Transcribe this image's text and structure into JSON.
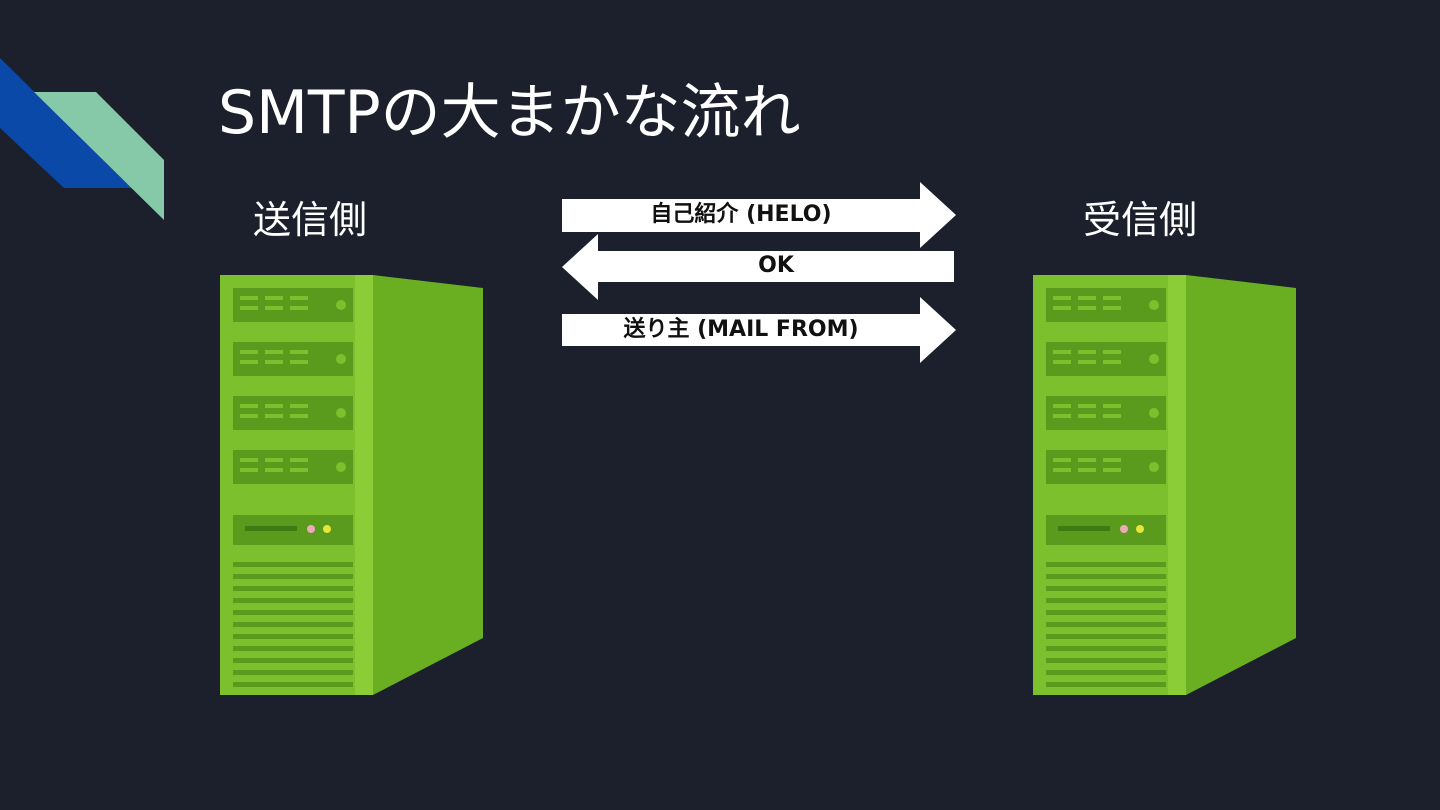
{
  "slide": {
    "title": "SMTPの大まかな流れ",
    "sender_label": "送信側",
    "receiver_label": "受信側"
  },
  "messages": [
    {
      "label": "自己紹介 (HELO)",
      "direction": "sender-to-receiver"
    },
    {
      "label": "OK",
      "direction": "receiver-to-sender"
    },
    {
      "label": "送り主 (MAIL FROM)",
      "direction": "sender-to-receiver"
    }
  ],
  "icons": {
    "server": "server-tower-icon",
    "corner": "corner-stripes-decoration"
  },
  "colors": {
    "background": "#1c202c",
    "text": "#ffffff",
    "arrow": "#ffffff",
    "server_green": "#7dc02d",
    "deco_blue": "#0a49a8",
    "deco_mint": "#86c9a9"
  }
}
